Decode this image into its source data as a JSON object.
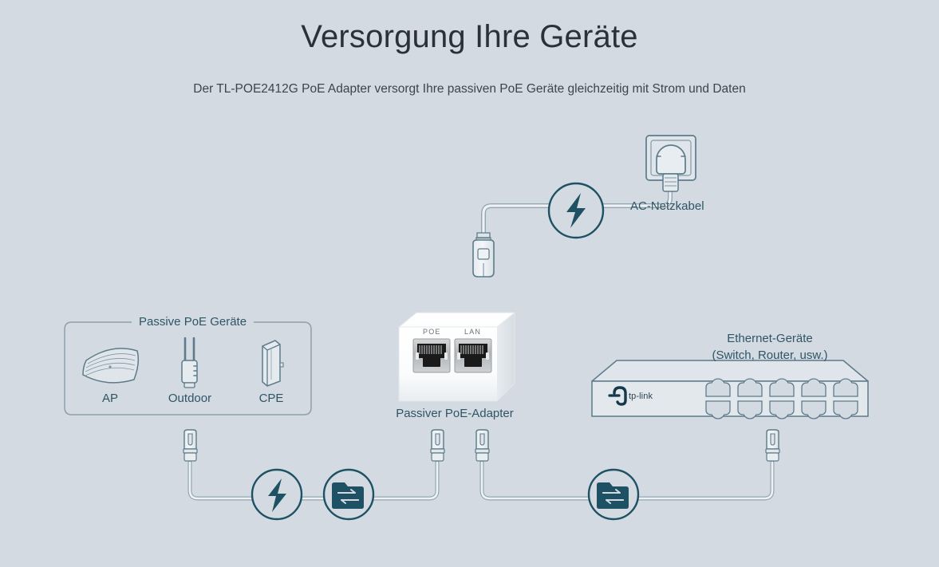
{
  "page": {
    "title": "Versorgung Ihre Geräte",
    "subtitle": "Der TL-POE2412G PoE Adapter versorgt Ihre passiven PoE Geräte gleichzeitig mit Strom und Daten",
    "background_color": "#d3dae2"
  },
  "colors": {
    "background": "#d3dae2",
    "line": "#5d7b8a",
    "badge_dark": "#1d5163",
    "text_dark": "#2b3138",
    "text_label": "#2f5565",
    "device_white": "#ffffff",
    "port_metal": "#b9bcbe"
  },
  "power_section": {
    "label": "AC-Netzkabel",
    "badge_icon": "lightning-bolt-icon",
    "socket_icon": "wall-socket-icon",
    "connector_icon": "c13-power-connector-icon"
  },
  "poe_devices_group": {
    "legend": "Passive PoE Geräte",
    "devices": [
      {
        "label": "AP",
        "icon": "ceiling-access-point-icon"
      },
      {
        "label": "Outdoor",
        "icon": "outdoor-access-point-icon"
      },
      {
        "label": "CPE",
        "icon": "cpe-device-icon"
      }
    ]
  },
  "adapter": {
    "caption": "Passiver PoE-Adapter",
    "ports": [
      {
        "label": "POE"
      },
      {
        "label": "LAN"
      }
    ]
  },
  "ethernet_devices": {
    "label_line1": "Ethernet-Geräte",
    "label_line2": "(Switch, Router, usw.)",
    "brand": "tp-link",
    "brand_icon": "tp-link-logo-icon",
    "port_count": 10
  },
  "cables": {
    "left": {
      "badges": [
        "lightning-bolt-icon",
        "data-transfer-folder-icon"
      ]
    },
    "right": {
      "badges": [
        "data-transfer-folder-icon"
      ]
    },
    "plug_icon": "rj45-plug-icon"
  }
}
